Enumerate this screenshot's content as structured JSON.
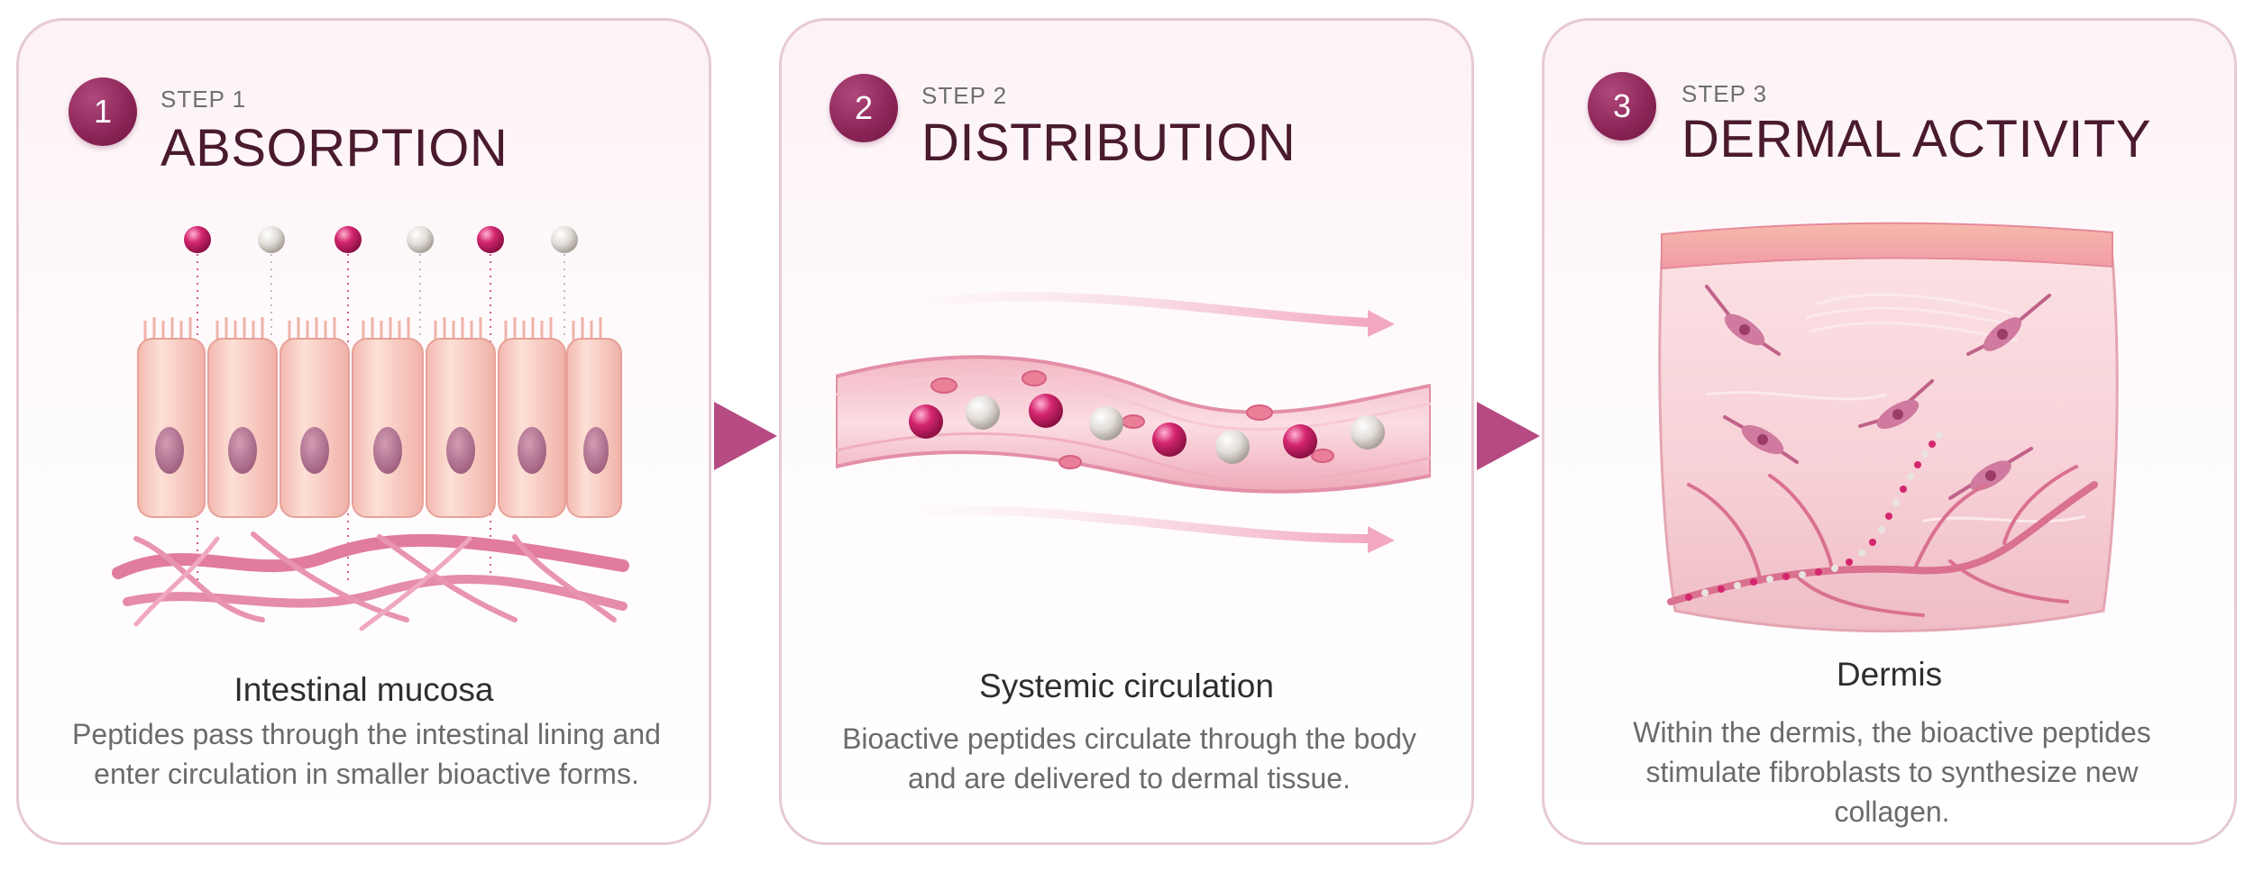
{
  "steps": [
    {
      "number": "1",
      "label": "STEP 1",
      "title": "ABSORPTION",
      "caption_title": "Intestinal mucosa",
      "caption_text": "Peptides pass through the intestinal lining and enter circulation in smaller bioactive forms."
    },
    {
      "number": "2",
      "label": "STEP 2",
      "title": "DISTRIBUTION",
      "caption_title": "Systemic circulation",
      "caption_text": "Bioactive peptides circulate through the body and are delivered to dermal tissue."
    },
    {
      "number": "3",
      "label": "STEP 3",
      "title": "DERMAL ACTIVITY",
      "caption_title": "Dermis",
      "caption_text": "Within the dermis, the bioactive peptides stimulate fibroblasts to synthesize new collagen."
    }
  ],
  "colors": {
    "accent": "#8a2456",
    "arrow": "#b64a82",
    "peptide_pink": "#d4266f",
    "peptide_white": "#e8e4e0",
    "tissue_pink": "#f6cfd6"
  },
  "icons": [
    "step-number-badge",
    "flow-arrow-icon"
  ]
}
